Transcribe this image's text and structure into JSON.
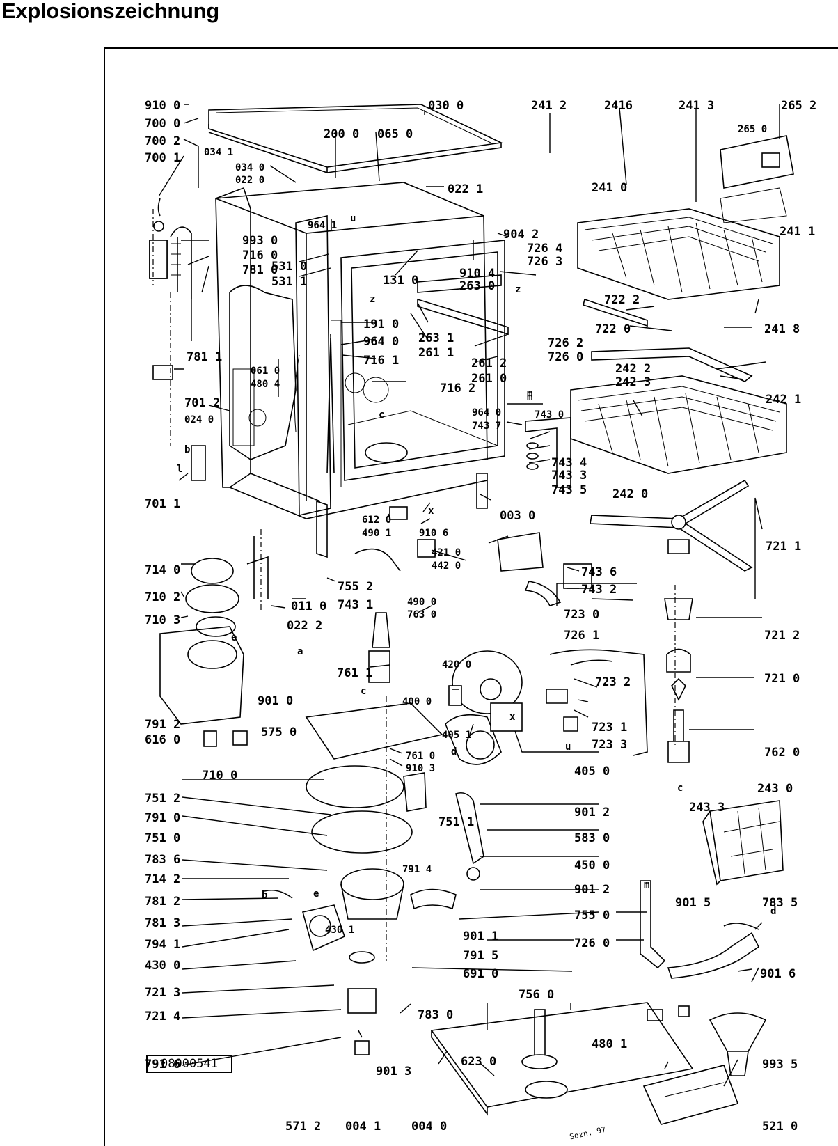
{
  "title": "Explosionszeichnung",
  "document_number": "08000541",
  "drawing_mark": "Sozn. 97",
  "part_labels": [
    "910 0",
    "700 0",
    "700 2",
    "700 1",
    "034 1",
    "030 0",
    "200 0",
    "065 0",
    "034 0",
    "022 0",
    "022 1",
    "964 1",
    "993 0",
    "716 0",
    "781 0",
    "531 0",
    "531 1",
    "131 0",
    "904 2",
    "910 4",
    "263 0",
    "726 4",
    "726 3",
    "191 0",
    "964 0",
    "263 1",
    "261 1",
    "261 2",
    "261 0",
    "716 1",
    "716 2",
    "781 1",
    "061 0",
    "480 4",
    "701 2",
    "024 0",
    "701 1",
    "241 2",
    "2416",
    "241 3",
    "265 2",
    "265 0",
    "241 0",
    "241 1",
    "722 2",
    "722 0",
    "241 8",
    "726 2",
    "726 0",
    "242 2",
    "242 3",
    "242 1",
    "242 0",
    "964 0",
    "743 7",
    "743 0",
    "743 4",
    "743 3",
    "743 5",
    "743 6",
    "743 2",
    "721 1",
    "612 0",
    "490 1",
    "910 6",
    "421 0",
    "442 0",
    "003 0",
    "714 0",
    "710 2",
    "710 3",
    "011 0",
    "755 2",
    "743 1",
    "022 2",
    "490 0",
    "763 0",
    "723 0",
    "726 1",
    "721 2",
    "761 1",
    "420 0",
    "400 0",
    "723 2",
    "723 1",
    "723 3",
    "721 0",
    "762 0",
    "405 1",
    "761 0",
    "910 3",
    "405 0",
    "791 2",
    "616 0",
    "575 0",
    "901 0",
    "710 0",
    "751 2",
    "791 0",
    "751 1",
    "901 2",
    "751 0",
    "583 0",
    "450 0",
    "243 0",
    "243 3",
    "783 6",
    "791 4",
    "714 2",
    "901 2",
    "781 2",
    "755 0",
    "781 3",
    "430 1",
    "901 1",
    "794 1",
    "791 5",
    "430 0",
    "691 0",
    "721 3",
    "726 0",
    "901 5",
    "783 5",
    "901 6",
    "721 4",
    "756 0",
    "783 0",
    "791 6",
    "480 1",
    "993 5",
    "623 0",
    "901 3",
    "571 2",
    "004 1",
    "004 0",
    "521 0"
  ],
  "letter_marks": [
    "u",
    "z",
    "c",
    "x",
    "m",
    "e",
    "a",
    "b",
    "d",
    "z",
    "m",
    "u",
    "c",
    "x",
    "c",
    "d",
    "e",
    "b",
    "l",
    "m"
  ]
}
